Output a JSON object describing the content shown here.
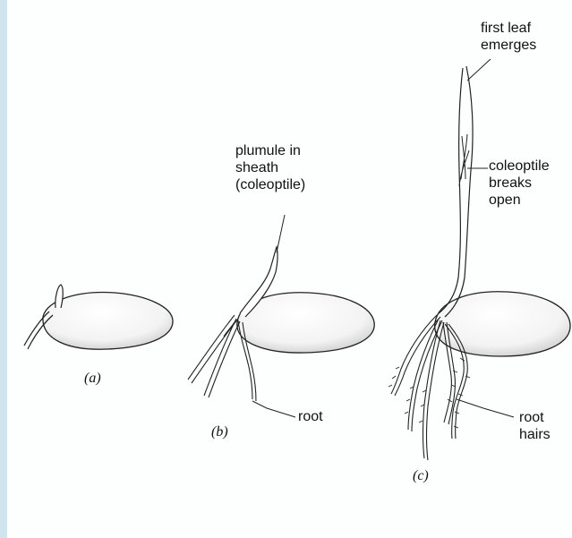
{
  "captions": {
    "a": "(a)",
    "b": "(b)",
    "c": "(c)"
  },
  "labels": {
    "plumule": [
      "plumule in",
      "sheath",
      "(coleoptile)"
    ],
    "root": "root",
    "first_leaf": [
      "first leaf",
      "emerges"
    ],
    "coleoptile_breaks": [
      "coleoptile",
      "breaks",
      "open"
    ],
    "root_hairs": [
      "root",
      "hairs"
    ]
  },
  "colors": {
    "background": "#cfe4ef",
    "panel": "#fdfefe",
    "ink": "#222222",
    "seed_shade": "#bfbfbf"
  }
}
